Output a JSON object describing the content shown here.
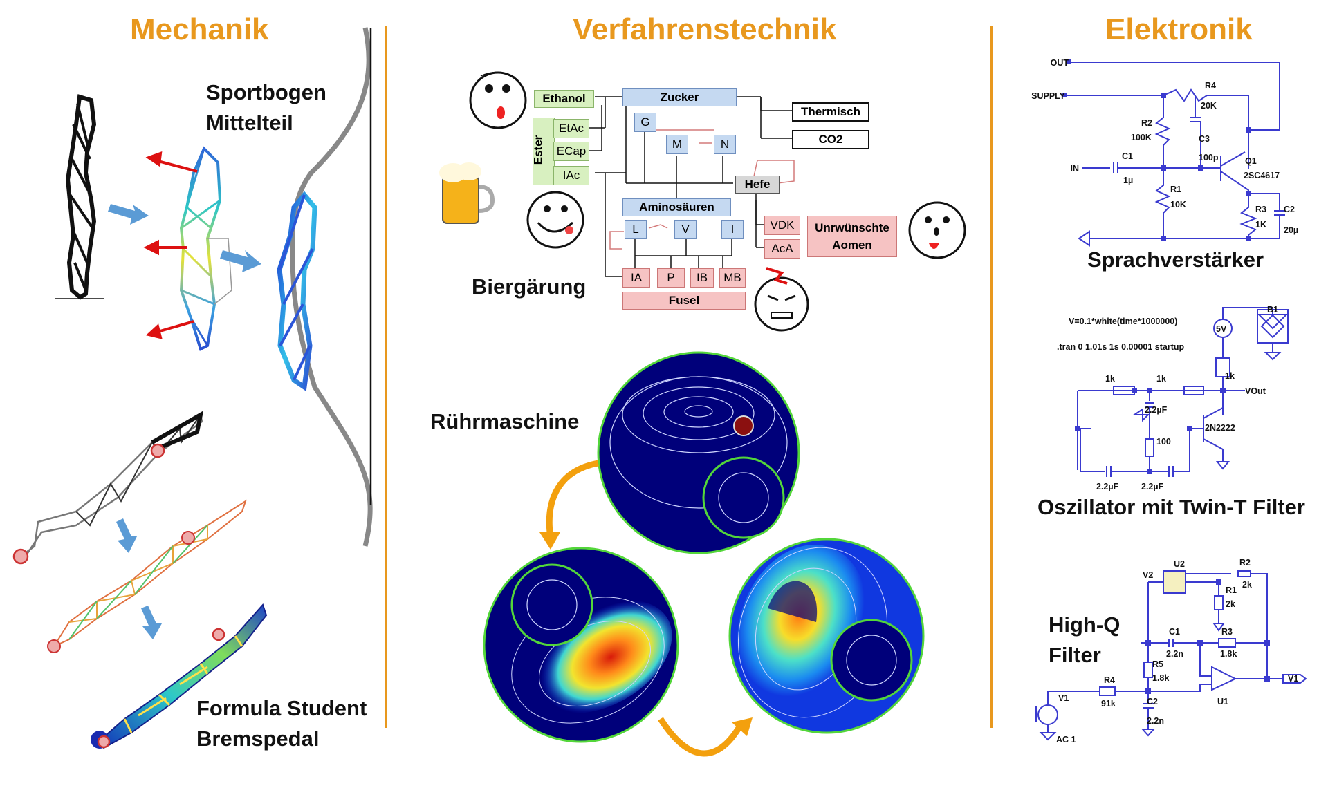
{
  "columns": {
    "mechanik": {
      "title": "Mechanik",
      "label_bow_1": "Sportbogen",
      "label_bow_2": "Mittelteil",
      "label_pedal_1": "Formula Student",
      "label_pedal_2": "Bremspedal"
    },
    "verfahrenstechnik": {
      "title": "Verfahrenstechnik",
      "label_fermentation": "Biergärung",
      "label_mixer": "Rührmaschine",
      "diagram": {
        "ethanol": "Ethanol",
        "ester": "Ester",
        "etac": "EtAc",
        "ecap": "ECap",
        "iac": "IAc",
        "zucker": "Zucker",
        "g": "G",
        "m": "M",
        "n": "N",
        "thermisch": "Thermisch",
        "co2": "CO2",
        "hefe": "Hefe",
        "aminosaeuren": "Aminosäuren",
        "l": "L",
        "v": "V",
        "i": "I",
        "vdk": "VDK",
        "acA": "AcA",
        "unwanted_1": "Unrwünschte",
        "unwanted_2": "Aomen",
        "ia": "IA",
        "p": "P",
        "ib": "IB",
        "mb": "MB",
        "fusel": "Fusel"
      }
    },
    "elektronik": {
      "title": "Elektronik",
      "label_amp": "Sprachverstärker",
      "label_osc": "Oszillator mit Twin-T Filter",
      "label_filter_1": "High-Q",
      "label_filter_2": "Filter",
      "amp": {
        "out": "OUT",
        "supply": "SUPPLY",
        "in": "IN",
        "r4": "R4",
        "r4v": "20K",
        "r2": "R2",
        "r2v": "100K",
        "c3": "C3",
        "c3v": "100p",
        "c1": "C1",
        "c1v": "1µ",
        "q1": "Q1",
        "q1v": "2SC4617",
        "r1": "R1",
        "r1v": "10K",
        "r3": "R3",
        "r3v": "1K",
        "c2": "C2",
        "c2v": "20µ"
      },
      "osc": {
        "v_expr": "V=0.1*white(time*1000000)",
        "tran": ".tran 0 1.01s 1s 0.00001 startup",
        "v5": "5V",
        "b1": "B1",
        "r1k_a": "1k",
        "r1k_b": "1k",
        "r1k_c": "1k",
        "vout": "VOut",
        "c22_a": "2.2µF",
        "r100": "100",
        "q": "2N2222",
        "c22_b": "2.2µF",
        "c22_c": "2.2µF"
      },
      "filt": {
        "v2": "V2",
        "u2": "U2",
        "r2": "R2",
        "r2v": "2k",
        "r1": "R1",
        "r1v": "2k",
        "c1": "C1",
        "c1v": "2.2n",
        "r3": "R3",
        "r3v": "1.8k",
        "r5": "R5",
        "r5v": "1.8k",
        "r4": "R4",
        "r4v": "91k",
        "v1": "V1",
        "c2": "C2",
        "c2v": "2.2n",
        "u1": "U1",
        "ac": "AC 1",
        "v1out": "V1"
      }
    }
  },
  "colors": {
    "accent": "#E8981E",
    "arrow_blue": "#5B9BD5",
    "box_blue": "#C5D9F1",
    "box_green": "#D8F0C0",
    "box_red": "#F6C3C3",
    "circuit_line": "#3A3ACF",
    "field_dark": "#00007A",
    "field_rim": "#53D63A"
  }
}
